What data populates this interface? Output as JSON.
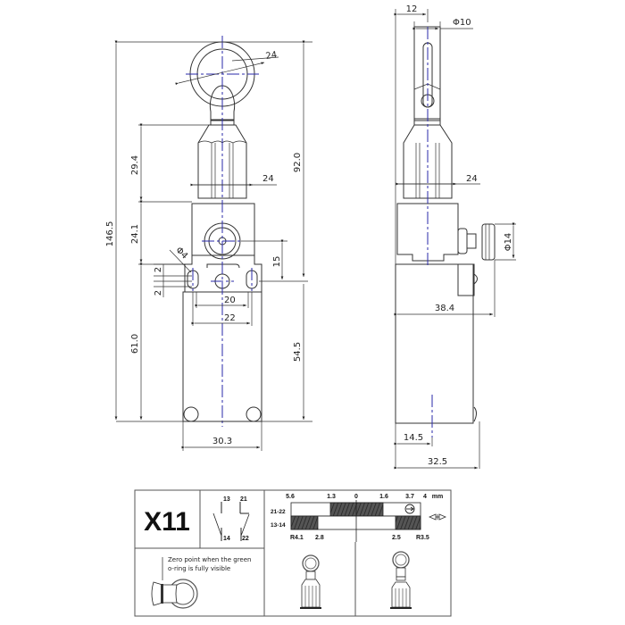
{
  "front_view": {
    "dimensions": {
      "total_height": "146.5",
      "upper_height": "92.0",
      "plunger_height": "29.4",
      "head_height": "24.1",
      "body_height": "61.0",
      "lower_height": "54.5",
      "ring_diameter": "24",
      "head_width": "24",
      "hole_diameter": "Φ4",
      "slot_offset_top": "2",
      "slot_offset_bottom": "2",
      "axis_offset": "15",
      "slot_spacing_inner": "20",
      "slot_spacing_outer": "22",
      "base_width": "30.3"
    }
  },
  "side_view": {
    "dimensions": {
      "axis_offset": "12",
      "ring_diameter": "Φ10",
      "head_width": "24",
      "connector_diameter": "Φ14",
      "overall_depth": "38.4",
      "center_offset": "14.5",
      "body_depth": "32.5"
    }
  },
  "switching_table": {
    "code": "X11",
    "contacts": {
      "top_left": "13",
      "top_right": "21",
      "bottom_left": "14",
      "bottom_right": "22"
    },
    "travel_scale": {
      "top_labels": [
        "5.6",
        "1.3",
        "0",
        "1.6",
        "3.7",
        "4",
        "mm"
      ],
      "rows": [
        "21-22",
        "13-14"
      ],
      "bottom_labels": [
        "R4.1",
        "2.8",
        "2.5",
        "R3.5"
      ],
      "direction_symbol": "positive-opening-icon",
      "travel_arrow": "double-arrow-icon"
    },
    "note": {
      "line1": "Zero point when the green",
      "line2": "o-ring is fully visible"
    }
  }
}
